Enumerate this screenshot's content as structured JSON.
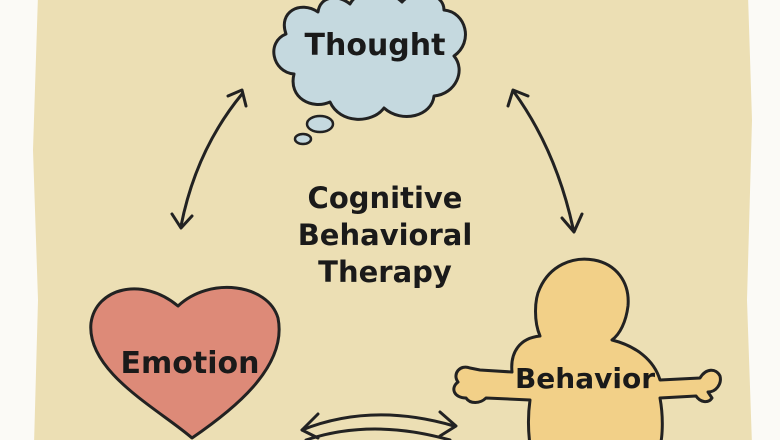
{
  "diagram": {
    "center_title_lines": [
      "Cognitive",
      "Behavioral",
      "Therapy"
    ],
    "nodes": {
      "thought": {
        "label": "Thought",
        "shape": "thought-cloud",
        "color": "#c5d9df"
      },
      "emotion": {
        "label": "Emotion",
        "shape": "heart",
        "color": "#dd8a78"
      },
      "behavior": {
        "label": "Behavior",
        "shape": "person",
        "color": "#f2d088"
      }
    },
    "background_color": "#ecdfb4"
  }
}
